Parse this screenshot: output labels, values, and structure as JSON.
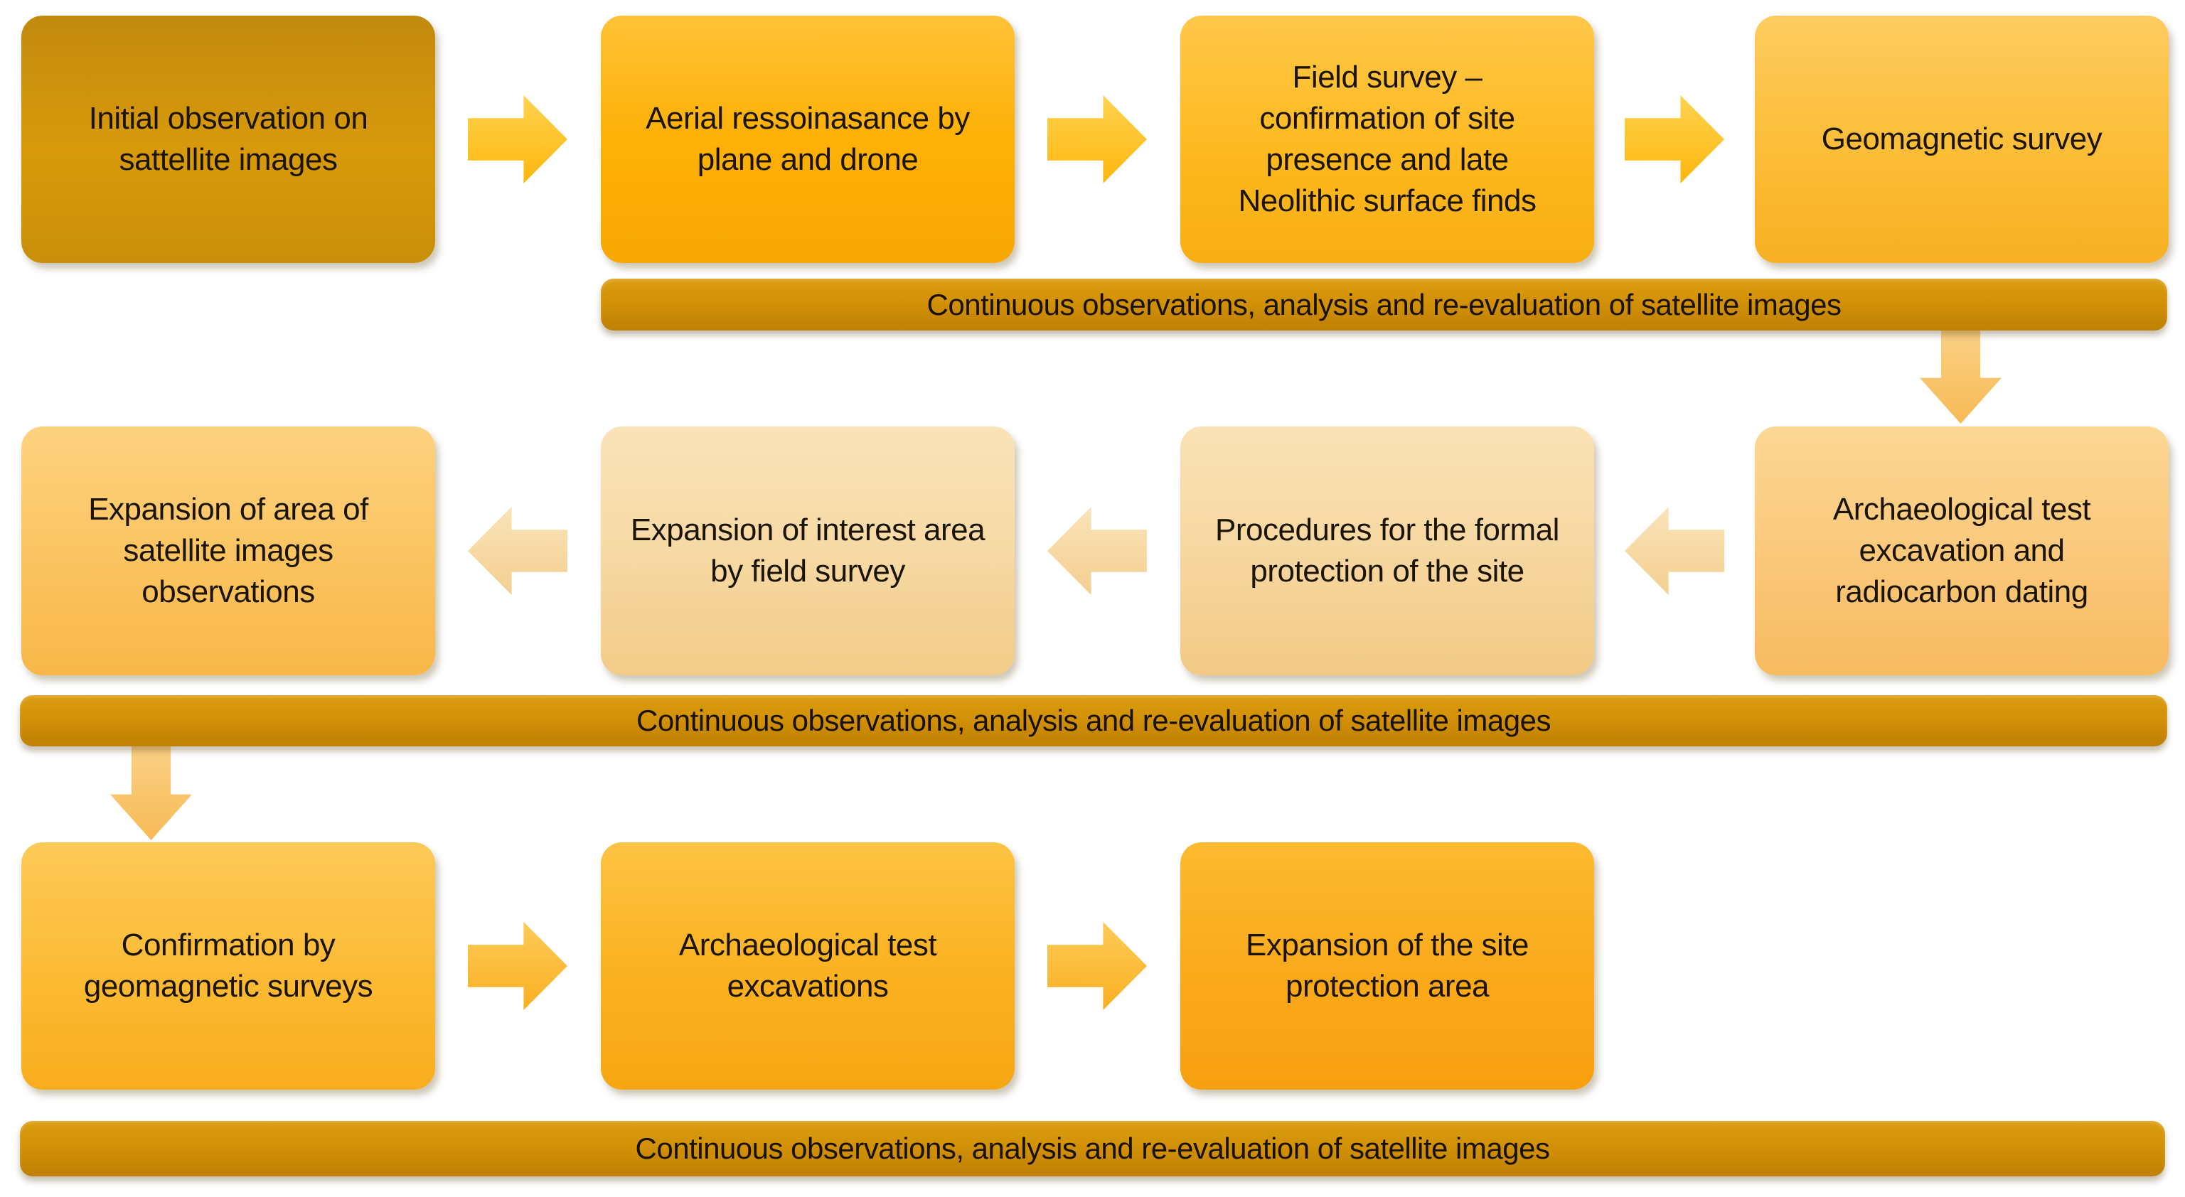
{
  "flowchart": {
    "rows": [
      {
        "arrow_direction": "right",
        "boxes": [
          "Initial observation on sattellite images",
          "Aerial ressoinasance by plane and drone",
          "Field survey – confirmation of site presence and late Neolithic surface finds",
          "Geomagnetic survey"
        ],
        "bar": "Continuous observations, analysis and re-evaluation of satellite images"
      },
      {
        "arrow_direction": "left",
        "boxes": [
          "Expansion of area of satellite images observations",
          "Expansion of interest area by field survey",
          "Procedures for the formal protection of the site",
          "Archaeological test excavation and radiocarbon dating"
        ],
        "bar": "Continuous observations, analysis and re-evaluation  of satellite images"
      },
      {
        "arrow_direction": "right",
        "boxes": [
          "Confirmation by geomagnetic surveys",
          "Archaeological test excavations",
          "Expansion of the site protection area"
        ],
        "bar": "Continuous observations, analysis and re-evaluation of satellite images"
      }
    ],
    "connectors": {
      "row1_boxes": "right-block-arrows",
      "bar1_to_row2": "down-block-arrow",
      "row2_boxes": "left-block-arrows",
      "bar2_to_row3": "down-block-arrow",
      "row3_boxes": "right-block-arrows"
    },
    "colors": {
      "background": "#ffffff",
      "box_darkest": "#d09409",
      "box_bright_orange": "#feb106",
      "box_amber": "#fcbd37",
      "box_light_cream": "#f6d69e",
      "box_medium_amber": "#fbc360",
      "bar_gold": "#d29106",
      "arrow_yellow": "#fdb70d",
      "arrow_pale": "#f6d8a4",
      "text": "#1a1400"
    }
  }
}
